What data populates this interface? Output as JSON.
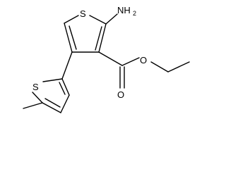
{
  "diagram": {
    "type": "chemical-structure",
    "atom_labels": {
      "thiophene_top_s": "S",
      "amino_group": "NH",
      "amino_subscript": "2",
      "thiophene_bottom_s": "S",
      "carbonyl_o": "O",
      "ester_o": "O"
    },
    "colors": {
      "bond": "#000000",
      "label": "#000000",
      "background": "#ffffff"
    }
  }
}
